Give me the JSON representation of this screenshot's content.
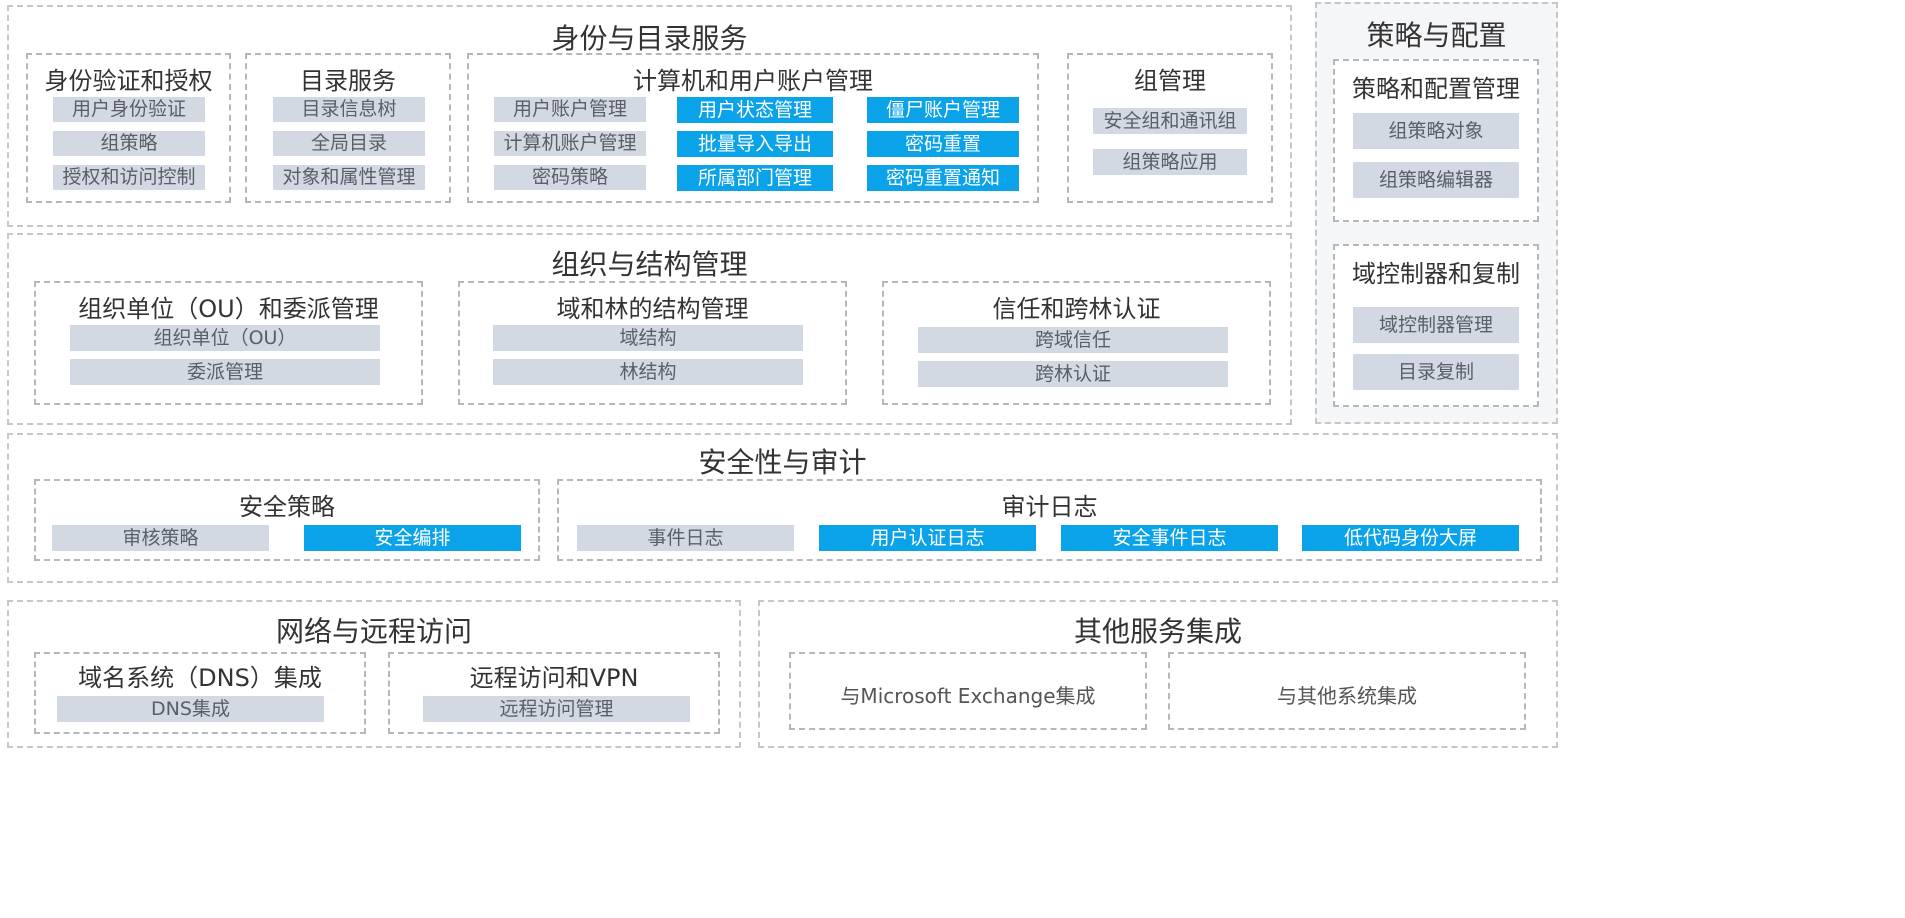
{
  "identity": {
    "title": "身份与目录服务",
    "auth": {
      "title": "身份验证和授权",
      "items": [
        "用户身份验证",
        "组策略",
        "授权和访问控制"
      ]
    },
    "directory": {
      "title": "目录服务",
      "items": [
        "目录信息树",
        "全局目录",
        "对象和属性管理"
      ]
    },
    "accounts": {
      "title": "计算机和用户账户管理",
      "col1": [
        "用户账户管理",
        "计算机账户管理",
        "密码策略"
      ],
      "col2": [
        "用户状态管理",
        "批量导入导出",
        "所属部门管理"
      ],
      "col3": [
        "僵尸账户管理",
        "密码重置",
        "密码重置通知"
      ]
    },
    "groups": {
      "title": "组管理",
      "items": [
        "安全组和通讯组",
        "组策略应用"
      ]
    }
  },
  "policy": {
    "title": "策略与配置",
    "mgmt": {
      "title": "策略和配置管理",
      "items": [
        "组策略对象",
        "组策略编辑器"
      ]
    },
    "dc": {
      "title": "域控制器和复制",
      "items": [
        "域控制器管理",
        "目录复制"
      ]
    }
  },
  "org": {
    "title": "组织与结构管理",
    "ou": {
      "title": "组织单位（OU）和委派管理",
      "items": [
        "组织单位（OU）",
        "委派管理"
      ]
    },
    "forest": {
      "title": "域和林的结构管理",
      "items": [
        "域结构",
        "林结构"
      ]
    },
    "trust": {
      "title": "信任和跨林认证",
      "items": [
        "跨域信任",
        "跨林认证"
      ]
    }
  },
  "security": {
    "title": "安全性与审计",
    "policy": {
      "title": "安全策略",
      "items": [
        "审核策略",
        "安全编排"
      ]
    },
    "audit": {
      "title": "审计日志",
      "items": [
        "事件日志",
        "用户认证日志",
        "安全事件日志",
        "低代码身份大屏"
      ]
    }
  },
  "network": {
    "title": "网络与远程访问",
    "dns": {
      "title": "域名系统（DNS）集成",
      "items": [
        "DNS集成"
      ]
    },
    "vpn": {
      "title": "远程访问和VPN",
      "items": [
        "远程访问管理"
      ]
    }
  },
  "other": {
    "title": "其他服务集成",
    "exchange": "与Microsoft Exchange集成",
    "systems": "与其他系统集成"
  },
  "colors": {
    "highlight": "#0aa3ea",
    "chip": "#d3d9e3",
    "border": "#c4c7cc"
  }
}
